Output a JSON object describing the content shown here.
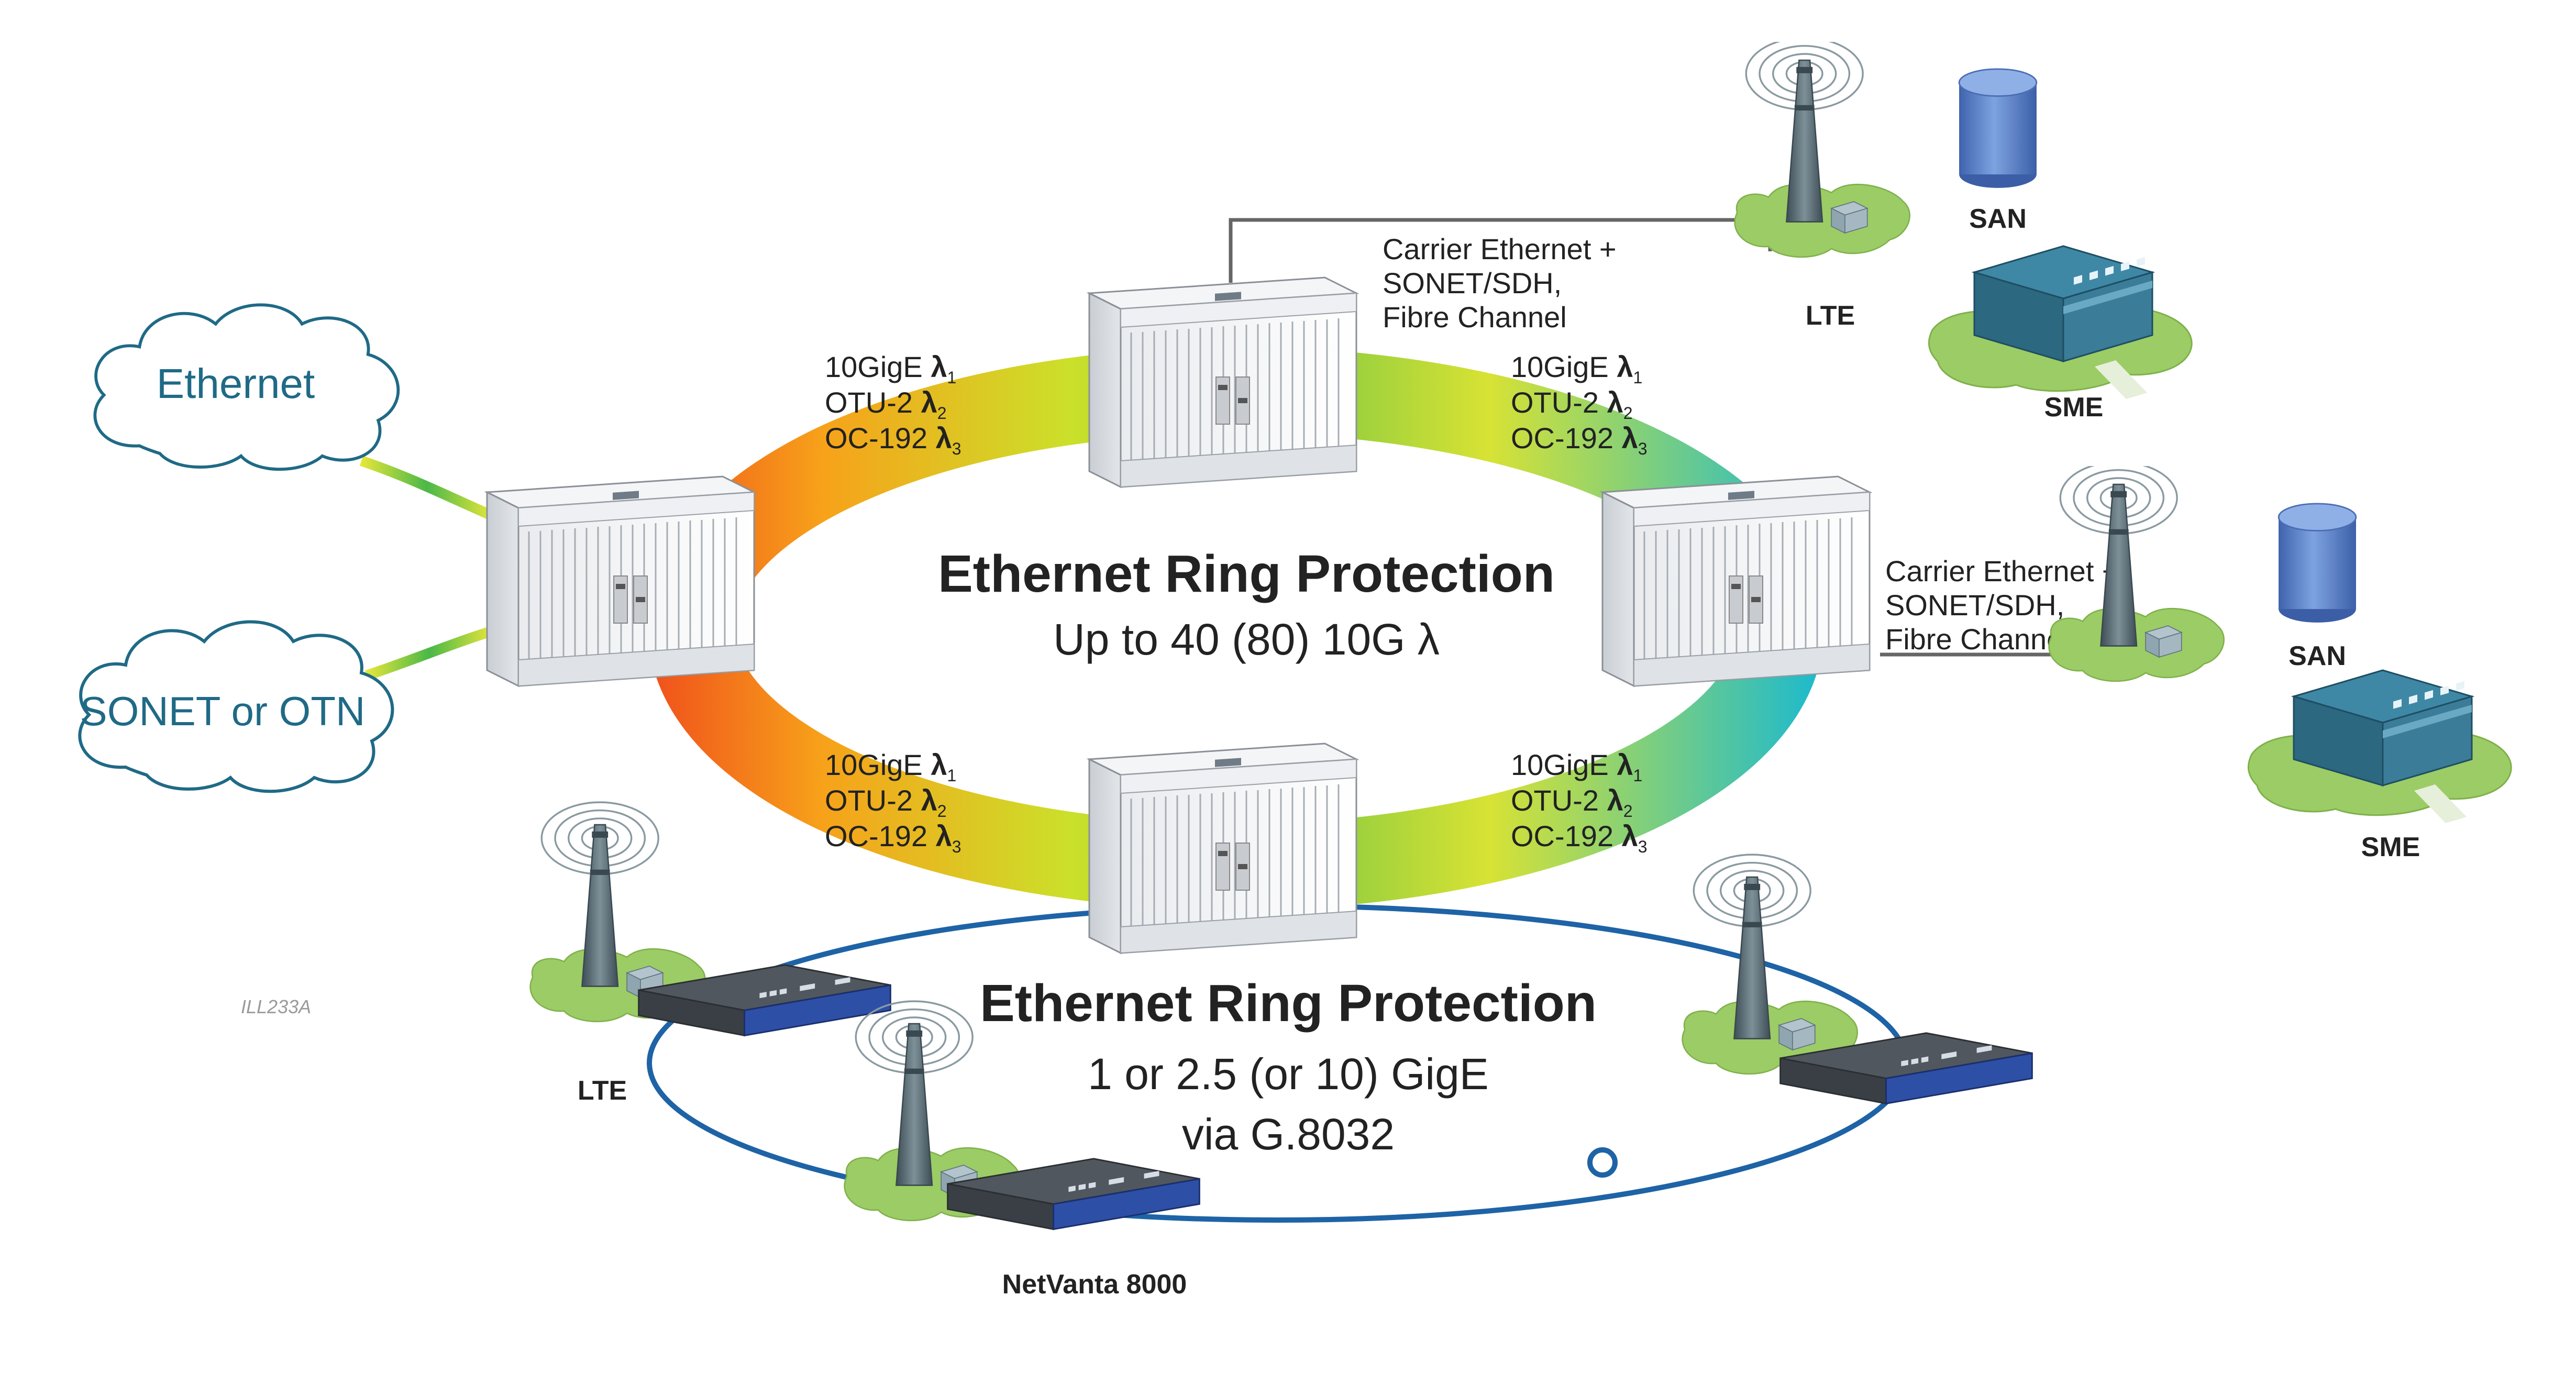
{
  "colors": {
    "ring_inner": "#1e63a6",
    "cloud_text": "#1f6a86",
    "building": "#2f6f8a",
    "grass": "#9ccc65",
    "tower": "#556870",
    "san": "#4f78c0",
    "device_blue": "#2e4fa6"
  },
  "icons": [
    "cloud-icon",
    "chassis-icon",
    "tower-icon",
    "san-icon",
    "building-icon",
    "netvanta-icon"
  ],
  "clouds": {
    "ethernet": "Ethernet",
    "sonet_otn": "SONET or OTN"
  },
  "outer_ring": {
    "title": "Ethernet Ring Protection",
    "subtitle": "Up to 40 (80) 10G λ"
  },
  "inner_ring": {
    "title": "Ethernet Ring Protection",
    "line1": "1 or 2.5 (or 10) GigE",
    "line2": "via G.8032"
  },
  "wavelength_label": {
    "l1_text": "10GigE",
    "l2_text": "OTU-2",
    "l3_text": "OC-192",
    "lambda": "λ",
    "sub1": "1",
    "sub2": "2",
    "sub3": "3"
  },
  "services": {
    "top": [
      "Carrier Ethernet +",
      "SONET/SDH,",
      "Fibre Channel"
    ],
    "right": [
      "Carrier Ethernet +",
      "SONET/SDH,",
      "Fibre Channel"
    ]
  },
  "sites": {
    "top_lte": "LTE",
    "top_san": "SAN",
    "top_sme": "SME",
    "right_san": "SAN",
    "right_sme": "SME",
    "left_lte": "LTE",
    "netvanta": "NetVanta 8000"
  },
  "illustration_id": "ILL233A"
}
